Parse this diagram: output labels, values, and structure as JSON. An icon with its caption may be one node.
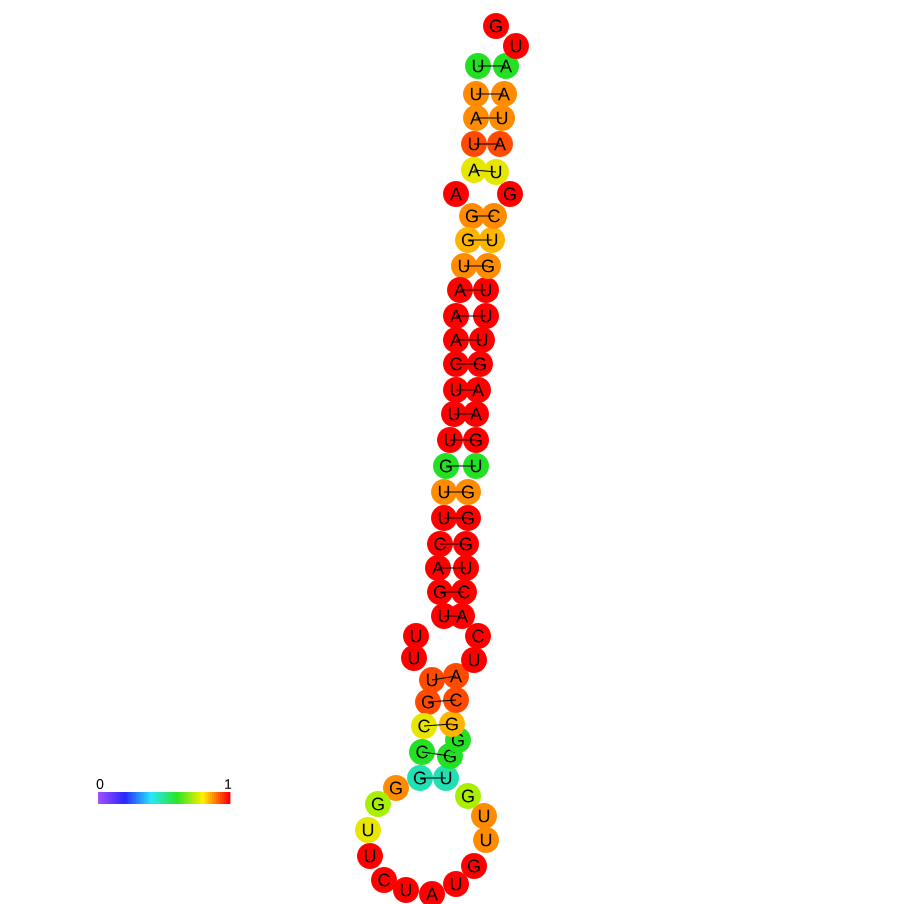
{
  "diagram": {
    "nodes": [
      {
        "text": [
          "U"
        ]
      },
      {
        "text": [
          "U"
        ]
      },
      {
        "text": [
          "A"
        ]
      },
      {
        "text": [
          "U"
        ]
      },
      {
        "text": [
          "A"
        ]
      },
      {
        "text": [
          "A"
        ]
      },
      {
        "text": [
          "G"
        ]
      },
      {
        "text": [
          "G"
        ]
      },
      {
        "text": [
          "U"
        ]
      },
      {
        "text": [
          "A"
        ]
      },
      {
        "text": [
          "A"
        ]
      },
      {
        "text": [
          "A"
        ]
      },
      {
        "text": [
          "C"
        ]
      },
      {
        "text": [
          "U"
        ]
      },
      {
        "text": [
          "U"
        ]
      },
      {
        "text": [
          "U"
        ]
      },
      {
        "text": [
          "G"
        ]
      },
      {
        "text": [
          "U"
        ]
      },
      {
        "text": [
          "U"
        ]
      },
      {
        "text": [
          "C"
        ]
      },
      {
        "text": [
          "A"
        ]
      },
      {
        "text": [
          "G"
        ]
      },
      {
        "text": [
          "U"
        ]
      },
      {
        "text": [
          "U"
        ]
      },
      {
        "text": [
          "U"
        ]
      },
      {
        "text": [
          "U"
        ]
      },
      {
        "text": [
          "G"
        ]
      },
      {
        "text": [
          "C"
        ]
      },
      {
        "text": [
          "C"
        ]
      },
      {
        "text": [
          "G"
        ]
      },
      {
        "text": [
          "G"
        ]
      },
      {
        "text": [
          "G"
        ]
      },
      {
        "text": [
          "U"
        ]
      },
      {
        "text": [
          "U"
        ]
      },
      {
        "text": [
          "C"
        ]
      },
      {
        "text": [
          "U"
        ]
      },
      {
        "text": [
          "A"
        ]
      },
      {
        "text": [
          "U"
        ]
      },
      {
        "text": [
          "G"
        ]
      },
      {
        "text": [
          "U"
        ]
      },
      {
        "text": [
          "U"
        ]
      },
      {
        "text": [
          "G"
        ]
      },
      {
        "text": [
          "U"
        ]
      },
      {
        "text": [
          "G"
        ]
      },
      {
        "text": [
          "G"
        ]
      },
      {
        "text": [
          "G"
        ]
      },
      {
        "text": [
          "C"
        ]
      },
      {
        "text": [
          "A"
        ]
      },
      {
        "text": [
          "U"
        ]
      },
      {
        "text": [
          "C"
        ]
      },
      {
        "text": [
          "A"
        ]
      },
      {
        "text": [
          "C"
        ]
      },
      {
        "text": [
          "U"
        ]
      },
      {
        "text": [
          "G"
        ]
      },
      {
        "text": [
          "G"
        ]
      },
      {
        "text": [
          "G"
        ]
      },
      {
        "text": [
          "U"
        ]
      },
      {
        "text": [
          "G"
        ]
      },
      {
        "text": [
          "A"
        ]
      },
      {
        "text": [
          "A"
        ]
      },
      {
        "text": [
          "G"
        ]
      },
      {
        "text": [
          "U"
        ]
      },
      {
        "text": [
          "U"
        ]
      },
      {
        "text": [
          "U"
        ]
      },
      {
        "text": [
          "G"
        ]
      },
      {
        "text": [
          "U"
        ]
      },
      {
        "text": [
          "C"
        ]
      },
      {
        "text": [
          "G"
        ]
      },
      {
        "text": [
          "U"
        ]
      },
      {
        "text": [
          "A"
        ]
      },
      {
        "text": [
          "U"
        ]
      },
      {
        "text": [
          "A"
        ]
      },
      {
        "text": [
          "A"
        ]
      },
      {
        "text": [
          "U"
        ]
      },
      {
        "text": [
          "G"
        ]
      }
    ],
    "edges": [
      {
        "from": 0,
        "to": 72,
        "arrow": "none"
      },
      {
        "from": 1,
        "to": 71,
        "arrow": "none"
      },
      {
        "from": 2,
        "to": 70,
        "arrow": "none"
      },
      {
        "from": 3,
        "to": 69,
        "arrow": "none"
      },
      {
        "from": 4,
        "to": 68,
        "arrow": "none"
      },
      {
        "from": 6,
        "to": 66,
        "arrow": "none"
      },
      {
        "from": 7,
        "to": 65,
        "arrow": "none"
      },
      {
        "from": 8,
        "to": 64,
        "arrow": "none"
      },
      {
        "from": 9,
        "to": 63,
        "arrow": "none"
      },
      {
        "from": 10,
        "to": 62,
        "arrow": "none"
      },
      {
        "from": 11,
        "to": 61,
        "arrow": "none"
      },
      {
        "from": 12,
        "to": 60,
        "arrow": "none"
      },
      {
        "from": 13,
        "to": 59,
        "arrow": "none"
      },
      {
        "from": 14,
        "to": 58,
        "arrow": "none"
      },
      {
        "from": 15,
        "to": 57,
        "arrow": "none"
      },
      {
        "from": 16,
        "to": 56,
        "arrow": "none"
      },
      {
        "from": 17,
        "to": 55,
        "arrow": "none"
      },
      {
        "from": 18,
        "to": 54,
        "arrow": "none"
      },
      {
        "from": 19,
        "to": 53,
        "arrow": "none"
      },
      {
        "from": 20,
        "to": 52,
        "arrow": "none"
      },
      {
        "from": 21,
        "to": 51,
        "arrow": "none"
      },
      {
        "from": 22,
        "to": 50,
        "arrow": "none"
      },
      {
        "from": 25,
        "to": 47,
        "arrow": "none"
      },
      {
        "from": 26,
        "to": 46,
        "arrow": "none"
      },
      {
        "from": 27,
        "to": 45,
        "arrow": "none"
      },
      {
        "from": 28,
        "to": 43,
        "arrow": "none"
      },
      {
        "from": 29,
        "to": 42,
        "arrow": "none"
      }
    ],
    "labels": [
      "0",
      "1"
    ]
  }
}
